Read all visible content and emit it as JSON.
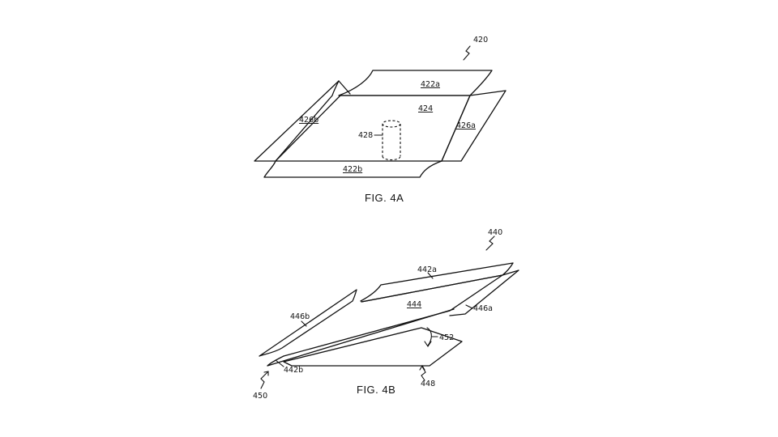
{
  "fig_a": {
    "ref": "420",
    "caption": "FIG. 4A",
    "labels": {
      "panel_top": "422a",
      "panel_bottom": "422b",
      "center": "424",
      "right_flap": "426a",
      "left_flap": "426b",
      "cylinder": "428"
    }
  },
  "fig_b": {
    "ref": "440",
    "caption": "FIG. 4B",
    "labels": {
      "panel_top": "442a",
      "panel_bottom": "442b",
      "center": "444",
      "right_flap": "446a",
      "left_flap": "446b",
      "base": "448",
      "hinge": "452",
      "assembly": "450"
    }
  }
}
